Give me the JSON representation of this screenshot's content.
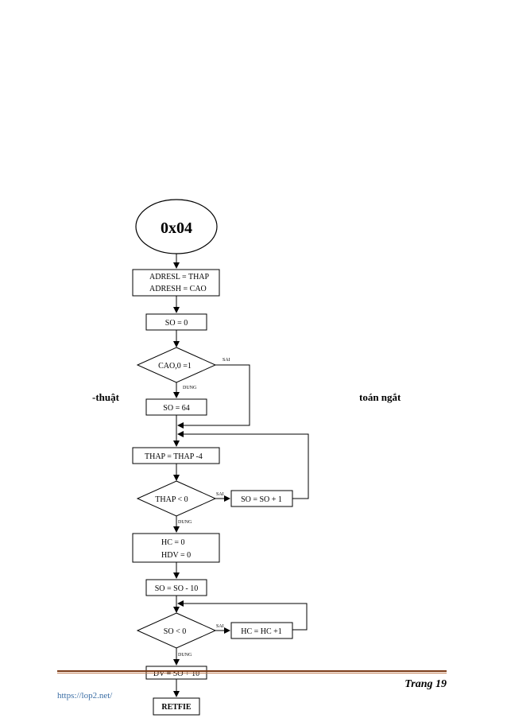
{
  "flowchart": {
    "start": "0x04",
    "assign_adres": [
      "ADRESL = THAP",
      "ADRESH = CAO"
    ],
    "so_zero": "SO = 0",
    "check_cao": "CAO,0 =1",
    "so_64": "SO = 64",
    "thap_minus": "THAP = THAP -4",
    "check_thap": "THAP < 0",
    "so_inc": "SO = SO + 1",
    "init_hc_hdv": [
      "HC = 0",
      "HDV = 0"
    ],
    "so_minus10": "SO = SO - 10",
    "check_so": "SO < 0",
    "hc_inc": "HC = HC +1",
    "dv_assign": "DV = SO + 10",
    "end": "RETFIE",
    "label_false": "SAI",
    "label_true": "DUNG"
  },
  "page_text": {
    "left_fragment": "-thuật",
    "right_fragment": "toán ngắt",
    "source_url": "https://lop2.net/",
    "page_label": "Trang",
    "page_number": "19"
  }
}
